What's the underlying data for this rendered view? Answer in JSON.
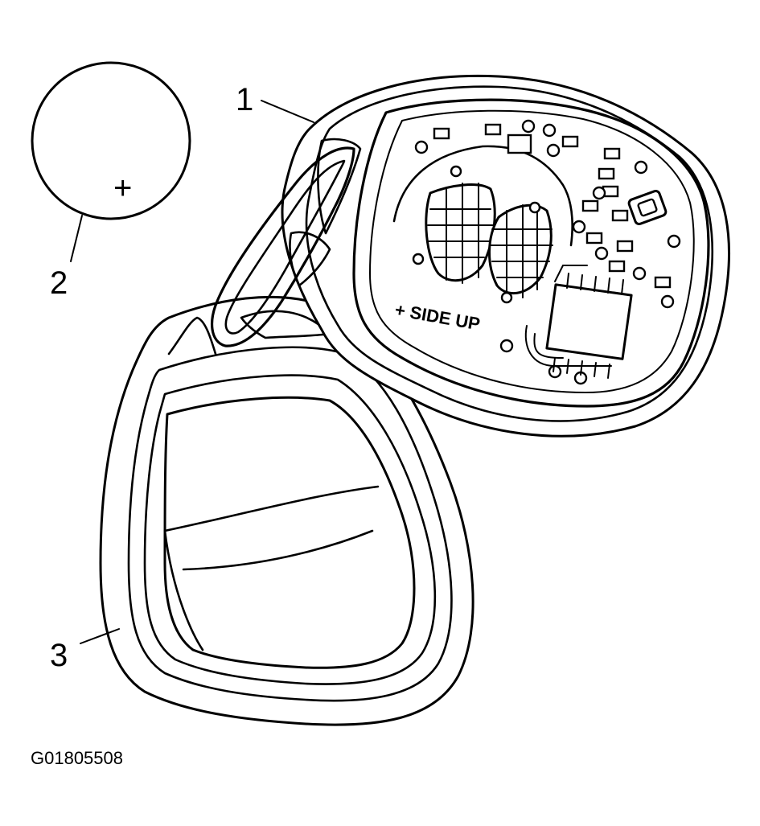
{
  "callouts": {
    "transmitter_board": "1",
    "battery": "2",
    "housing": "3"
  },
  "board_marking": "+ SIDE UP",
  "battery_marking": "+",
  "figure_id": "G01805508"
}
